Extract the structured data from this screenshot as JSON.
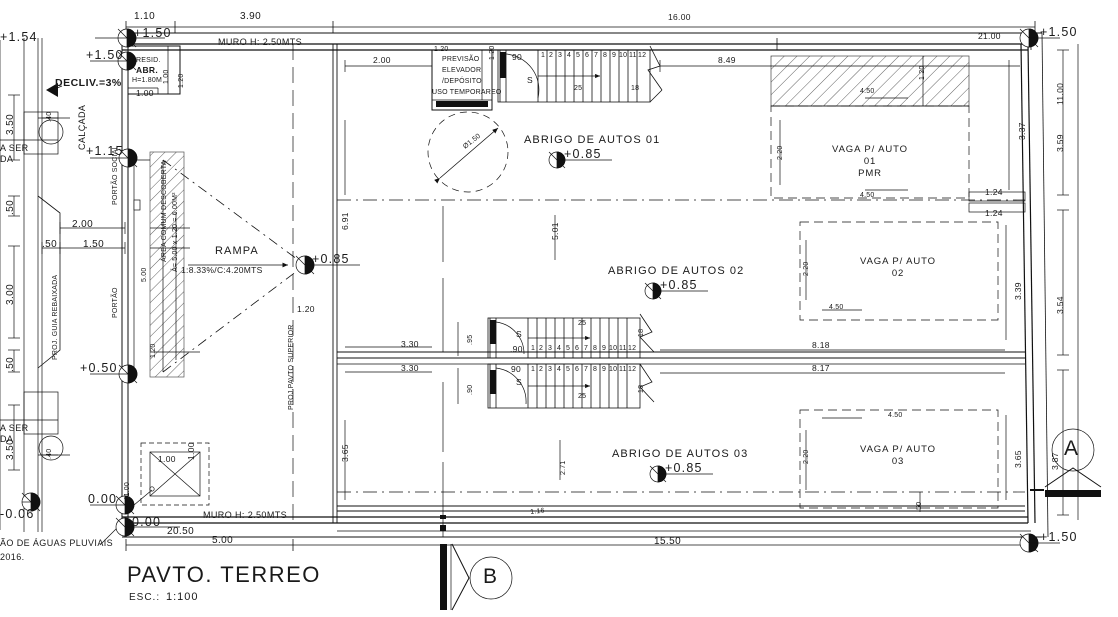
{
  "drawing": {
    "title": "PAVTO. TERREO",
    "scale_label": "ESC.:",
    "scale_value": "1:100",
    "section_marks": [
      "A",
      "B"
    ]
  },
  "colors": {
    "ink": "#1a1a1a",
    "line": "#111111",
    "paper": "#ffffff",
    "hatch": "#444444"
  },
  "top_dimensions": [
    {
      "text": "1.10"
    },
    {
      "text": "3.90"
    },
    {
      "text": "16.00"
    },
    {
      "text": "21.00"
    }
  ],
  "bottom_dimensions": [
    {
      "text": "20.50"
    },
    {
      "text": "5.00"
    },
    {
      "text": "15.50"
    }
  ],
  "left_dimensions": [
    {
      "text": "3.50"
    },
    {
      "text": ".50"
    },
    {
      "text": "3.00"
    },
    {
      "text": ".50"
    },
    {
      "text": "3.50"
    },
    {
      "text": "2.00"
    },
    {
      "text": ".50"
    },
    {
      "text": "1.50"
    },
    {
      "text": ".40"
    },
    {
      "text": ".40"
    }
  ],
  "right_dimensions": [
    {
      "text": "11.00"
    },
    {
      "text": "3.59"
    },
    {
      "text": "3.37"
    },
    {
      "text": "3.54"
    },
    {
      "text": "3.39"
    },
    {
      "text": "3.87"
    },
    {
      "text": "3.65"
    },
    {
      "text": "1.24"
    },
    {
      "text": "1.24"
    }
  ],
  "interior_dimensions": [
    {
      "text": "2.00"
    },
    {
      "text": "8.49"
    },
    {
      "text": "8.18"
    },
    {
      "text": "8.17"
    },
    {
      "text": "3.30"
    },
    {
      "text": "3.30"
    },
    {
      "text": "6.91"
    },
    {
      "text": "5.01"
    },
    {
      "text": "3.65"
    },
    {
      "text": "1.20"
    },
    {
      "text": "1.20"
    },
    {
      "text": "1.20"
    },
    {
      "text": "1.00"
    },
    {
      "text": "1.00"
    },
    {
      "text": "1.00"
    },
    {
      "text": "1.00"
    },
    {
      "text": "5.00"
    },
    {
      "text": "1.20"
    },
    {
      "text": ".95"
    },
    {
      "text": ".90"
    },
    {
      "text": "2.71"
    },
    {
      "text": "4.50"
    },
    {
      "text": "1.16"
    },
    {
      "text": ".50"
    },
    {
      "text": "11.00"
    }
  ],
  "elevations": [
    {
      "text": "+1.54"
    },
    {
      "text": "+1.50"
    },
    {
      "text": "+1.50"
    },
    {
      "text": "+1.50"
    },
    {
      "text": "+1.50"
    },
    {
      "text": "+1.15"
    },
    {
      "text": "+0.85"
    },
    {
      "text": "+0.85"
    },
    {
      "text": "+0.85"
    },
    {
      "text": "+0.85"
    },
    {
      "text": "+0.50"
    },
    {
      "text": "0.00"
    },
    {
      "text": "0.00"
    },
    {
      "text": "-0.06"
    }
  ],
  "notes": {
    "decliv": "DECLIV.=3%",
    "muro_top": "MURO H: 2.50MTS",
    "muro_bottom": "MURO H: 2.50MTS",
    "calcada": "CALÇADA",
    "portao_social": "PORTÃO SOCIAL",
    "portao": "PORTÃO",
    "proj_guia": "PROJ. GUIA REBAIXADA",
    "proj_pavto": "PROJ.PAVTO SUPERIOR",
    "arvore_a": "A SER",
    "arvore_b": "DA",
    "aguas_pluviais": "ÃO DE ÁGUAS PLUVIAIS",
    "year": "2016.",
    "area_comum": "ÁREA COMUM DESCOBERTA",
    "area_comum_calc": "Á= 5.00 x 1.20 = 6.00M²",
    "rampa": "RAMPA",
    "rampa_spec": "1:8.33%/C:4.20MTS",
    "resid_abr": "RESID.",
    "resid_abr2": "ABR.",
    "resid_h": "H=1.80M",
    "elevador_1": "PREVISÃO",
    "elevador_2": "ELEVADOR",
    "elevador_3": "/DEPÓSITO",
    "elevador_4": "USO TEMPORAREO",
    "diam_circle": "Ø1.50"
  },
  "rooms": [
    {
      "name": "ABRIGO DE AUTOS 01",
      "level": "+0.85"
    },
    {
      "name": "ABRIGO DE AUTOS 02",
      "level": "+0.85"
    },
    {
      "name": "ABRIGO DE AUTOS 03",
      "level": "+0.85"
    }
  ],
  "parking": [
    {
      "line1": "VAGA P/ AUTO",
      "line2": "01",
      "line3": "PMR",
      "w": "4.50",
      "h": "2.20",
      "w2": "4.50"
    },
    {
      "line1": "VAGA P/ AUTO",
      "line2": "02",
      "line3": "",
      "w": "4.50",
      "h": "2.20",
      "w2": "4.50"
    },
    {
      "line1": "VAGA P/ AUTO",
      "line2": "03",
      "line3": "",
      "w": "4.50",
      "h": "2.20",
      "w2": "4.50"
    }
  ],
  "stairs": [
    {
      "id": "stair-1",
      "door": "90",
      "dir": "S",
      "tread": "25",
      "riser": "18",
      "steps": [
        "1",
        "2",
        "3",
        "4",
        "5",
        "6",
        "7",
        "8",
        "9",
        "10",
        "11",
        "12"
      ]
    },
    {
      "id": "stair-2",
      "door": ".90",
      "dir": "S",
      "tread": "25",
      "riser": "18",
      "steps": [
        "1",
        "2",
        "3",
        "4",
        "5",
        "6",
        "7",
        "8",
        "9",
        "10",
        "11",
        "12"
      ]
    },
    {
      "id": "stair-3",
      "door": "90",
      "dir": "S",
      "tread": "25",
      "riser": "18",
      "steps": [
        "1",
        "2",
        "3",
        "4",
        "5",
        "6",
        "7",
        "8",
        "9",
        "10",
        "11",
        "12"
      ]
    }
  ],
  "misc": {
    "grate_w": "1.00",
    "grate_h": "1.00"
  }
}
